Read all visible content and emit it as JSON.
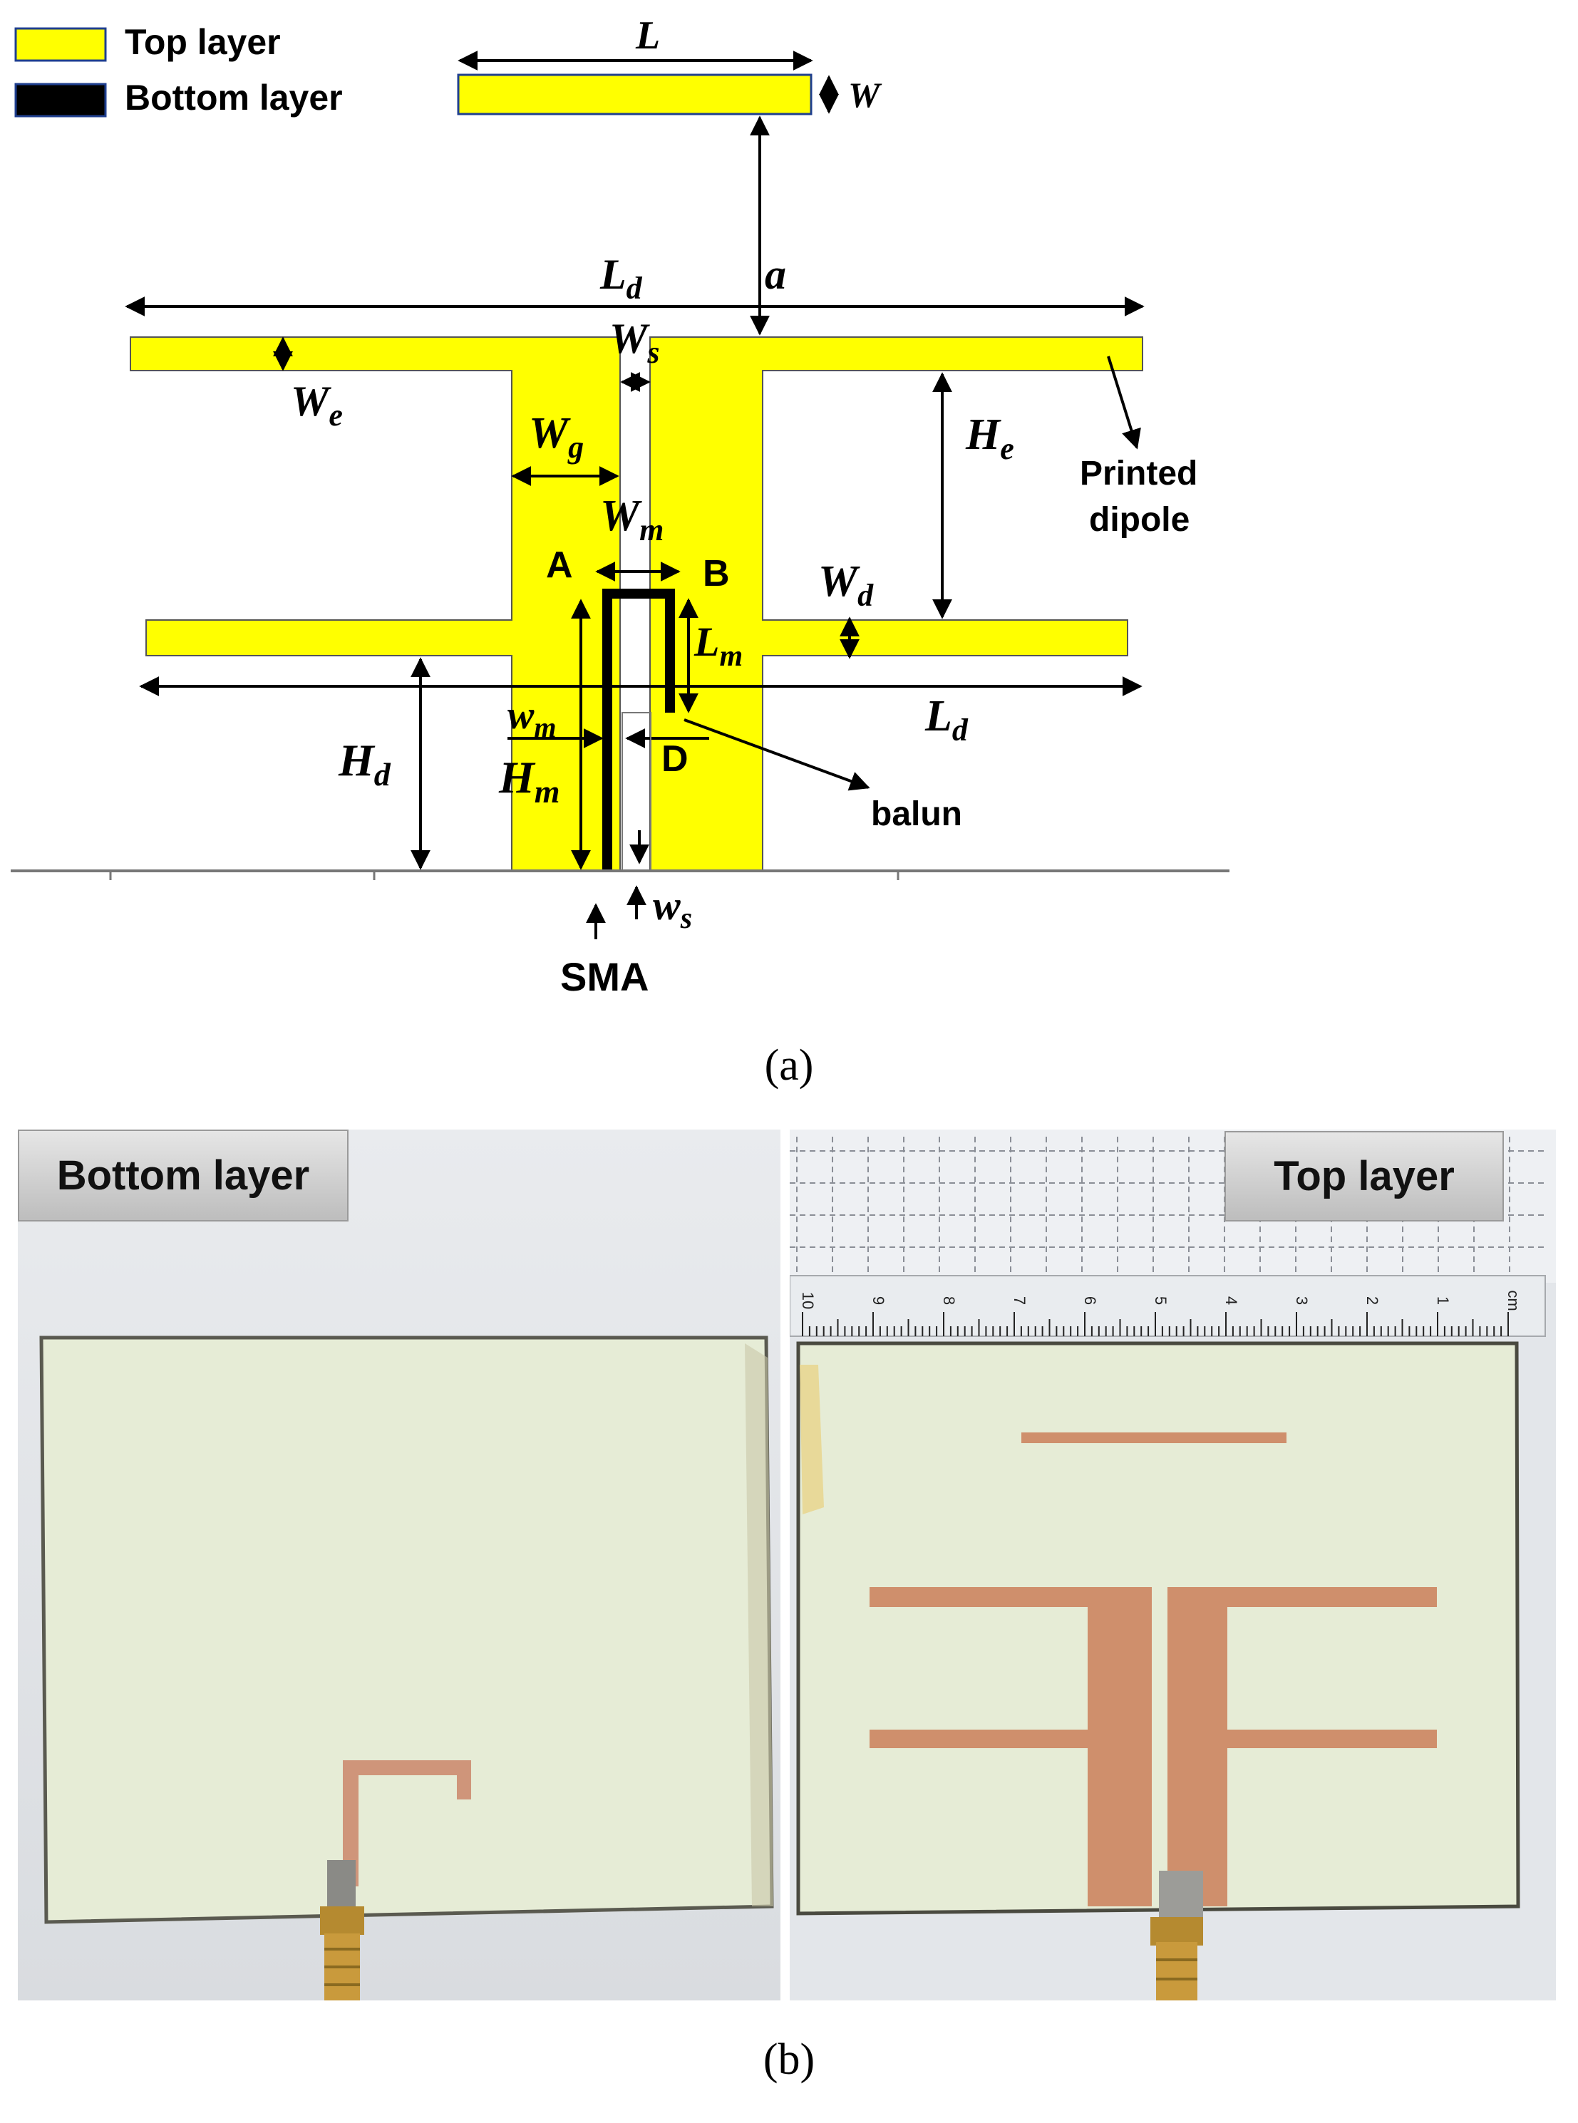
{
  "legend": {
    "items": [
      {
        "label": "Top layer",
        "color": "#ffff00"
      },
      {
        "label": "Bottom layer",
        "color": "#000000"
      }
    ]
  },
  "diagram": {
    "labels": {
      "L": "L",
      "W": "W",
      "a": "a",
      "Ld_top": "L",
      "Ld_top_sub": "d",
      "Ws": "W",
      "Ws_sub": "s",
      "We": "W",
      "We_sub": "e",
      "He": "H",
      "He_sub": "e",
      "Wg": "W",
      "Wg_sub": "g",
      "Wm": "W",
      "Wm_sub": "m",
      "A": "A",
      "B": "B",
      "Wd": "W",
      "Wd_sub": "d",
      "Lm": "L",
      "Lm_sub": "m",
      "Ld_bot": "L",
      "Ld_bot_sub": "d",
      "wm": "w",
      "wm_sub": "m",
      "D": "D",
      "Hd": "H",
      "Hd_sub": "d",
      "Hm": "H",
      "Hm_sub": "m",
      "ws": "w",
      "ws_sub": "s",
      "SMA": "SMA",
      "printed_dipole_1": "Printed",
      "printed_dipole_2": "dipole",
      "balun": "balun"
    },
    "top_layer_color": "#ffff00",
    "bottom_layer_color": "#000000"
  },
  "captions": {
    "a": "(a)",
    "b": "(b)"
  },
  "photos": {
    "bottom": {
      "tag": "Bottom layer"
    },
    "top": {
      "tag": "Top layer"
    }
  },
  "ruler": {
    "numbers": [
      "10",
      "9",
      "8",
      "7",
      "6",
      "5",
      "4",
      "3",
      "2",
      "1",
      "cm"
    ]
  },
  "colors": {
    "copper": "#c8886a",
    "board": "#e7ecd6"
  }
}
